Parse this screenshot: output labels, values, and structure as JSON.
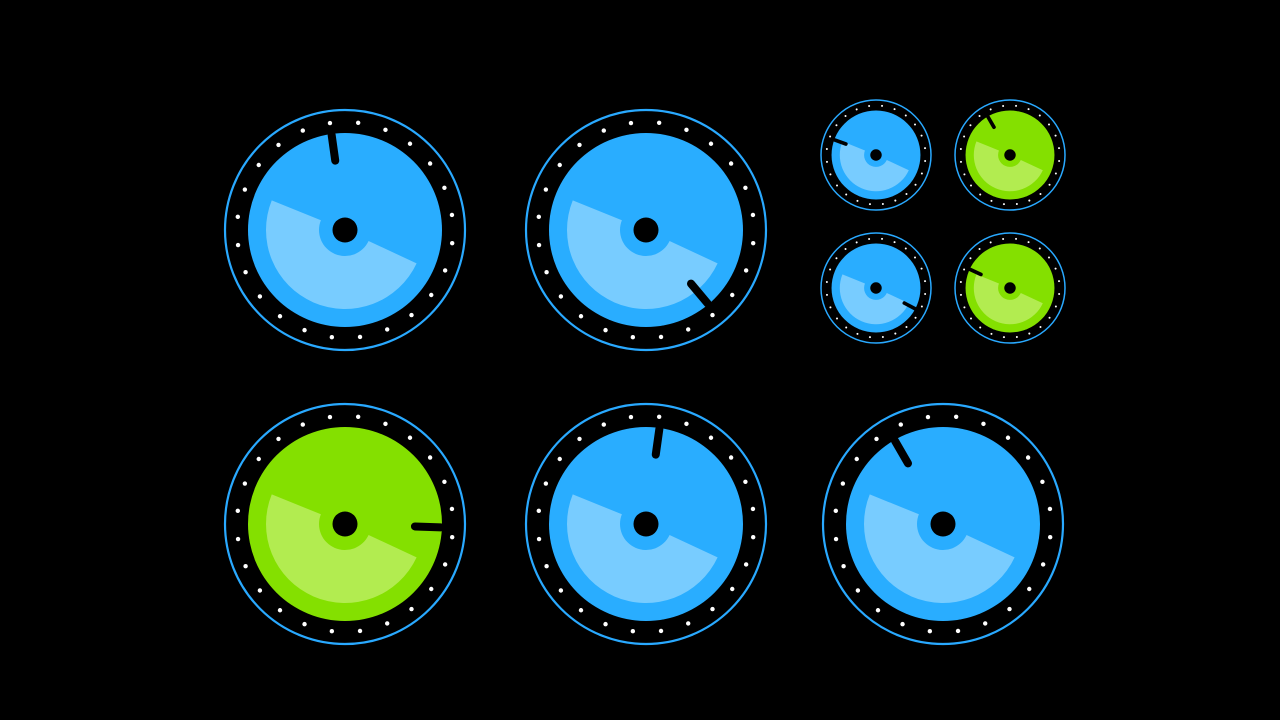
{
  "palette": {
    "background": "#000000",
    "ring": "#29a9ff",
    "tick_dot": "#ffffff",
    "hand": "#000000",
    "blue_face": "#29adff",
    "blue_sector": "#78ccff",
    "green_face": "#84e000",
    "green_sector": "#b2ec50"
  },
  "dials": [
    {
      "id": "dial-large-1",
      "size": "large",
      "color": "blue",
      "hand_angle_deg": -8
    },
    {
      "id": "dial-large-2",
      "size": "large",
      "color": "blue",
      "hand_angle_deg": 140
    },
    {
      "id": "dial-small-1",
      "size": "small",
      "color": "blue",
      "hand_angle_deg": -70
    },
    {
      "id": "dial-small-2",
      "size": "small",
      "color": "green",
      "hand_angle_deg": -30
    },
    {
      "id": "dial-small-3",
      "size": "small",
      "color": "blue",
      "hand_angle_deg": 118
    },
    {
      "id": "dial-small-4",
      "size": "small",
      "color": "green",
      "hand_angle_deg": -65
    },
    {
      "id": "dial-large-3",
      "size": "large",
      "color": "green",
      "hand_angle_deg": 92
    },
    {
      "id": "dial-large-4",
      "size": "large",
      "color": "blue",
      "hand_angle_deg": 8
    },
    {
      "id": "dial-large-5",
      "size": "large",
      "color": "blue",
      "hand_angle_deg": -30
    }
  ]
}
